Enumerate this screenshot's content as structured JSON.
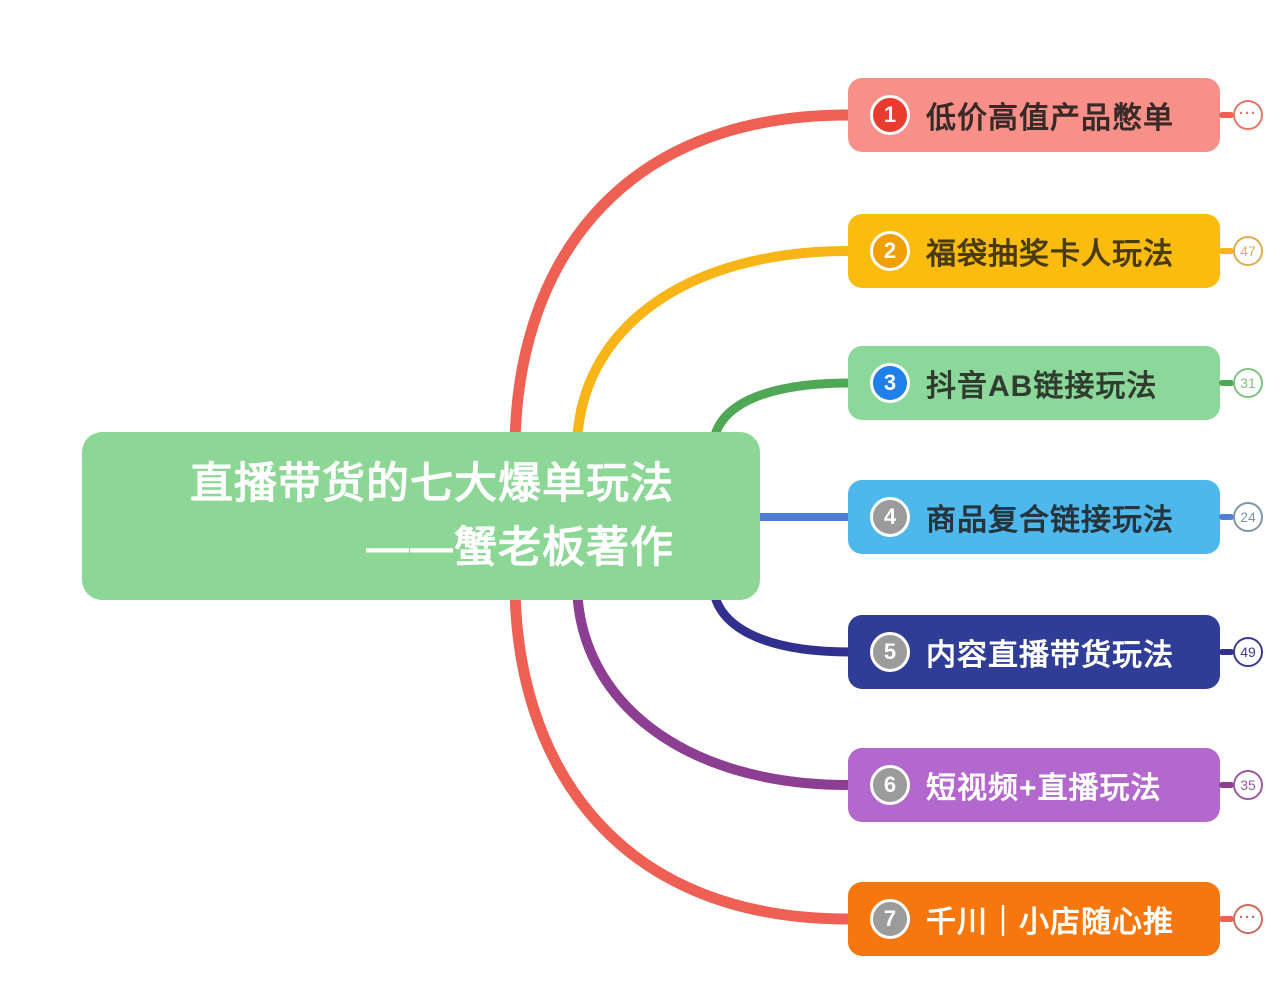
{
  "page": {
    "background": "#ffffff"
  },
  "central_topic": {
    "line1": "直播带货的七大爆单玩法",
    "line2": "——蟹老板著作",
    "bg_color": "#8CD795",
    "text_color": "#FFFFFF"
  },
  "branches": [
    {
      "number": "1",
      "label": "低价高值产品憋单",
      "node_bg": "#F8908A",
      "label_color": "#3A2A27",
      "icon_bg": "#E73C2E",
      "icon_color": "#FFFFFF",
      "line_color": "#EF6054",
      "badge_value": "···",
      "badge_is_dots": true,
      "badge_color": "#E2776B"
    },
    {
      "number": "2",
      "label": "福袋抽奖卡人玩法",
      "node_bg": "#FBBC10",
      "label_color": "#4A3A10",
      "icon_bg": "#EFA007",
      "icon_color": "#FFFFFF",
      "line_color": "#F8B517",
      "badge_value": "47",
      "badge_is_dots": false,
      "badge_color": "#DDAE4E"
    },
    {
      "number": "3",
      "label": "抖音AB链接玩法",
      "node_bg": "#8CD79A",
      "label_color": "#2F3C2F",
      "icon_bg": "#1E80E8",
      "icon_color": "#FFFFFF",
      "line_color": "#4EA855",
      "badge_value": "31",
      "badge_is_dots": false,
      "badge_color": "#7FC380"
    },
    {
      "number": "4",
      "label": "商品复合链接玩法",
      "node_bg": "#4EB7EB",
      "label_color": "#26343E",
      "icon_bg": "#9B9B9B",
      "icon_color": "#FFFFFF",
      "line_color": "#4D7ED4",
      "badge_value": "24",
      "badge_is_dots": false,
      "badge_color": "#8096A8"
    },
    {
      "number": "5",
      "label": "内容直播带货玩法",
      "node_bg": "#2F3D96",
      "label_color": "#FFFFFF",
      "icon_bg": "#9B9B9B",
      "icon_color": "#FFFFFF",
      "line_color": "#32308F",
      "badge_value": "49",
      "badge_is_dots": false,
      "badge_color": "#3C3B8C"
    },
    {
      "number": "6",
      "label": "短视频+直播玩法",
      "node_bg": "#B368CD",
      "label_color": "#FFFFFF",
      "icon_bg": "#9B9B9B",
      "icon_color": "#FFFFFF",
      "line_color": "#8C3F92",
      "badge_value": "35",
      "badge_is_dots": false,
      "badge_color": "#9A5A9C"
    },
    {
      "number": "7",
      "label": "千川｜小店随心推",
      "node_bg": "#F5770E",
      "label_color": "#FFFFFF",
      "icon_bg": "#9B9B9B",
      "icon_color": "#FFFFFF",
      "line_color": "#EF6054",
      "badge_value": "···",
      "badge_is_dots": true,
      "badge_color": "#CD6A5E"
    }
  ]
}
